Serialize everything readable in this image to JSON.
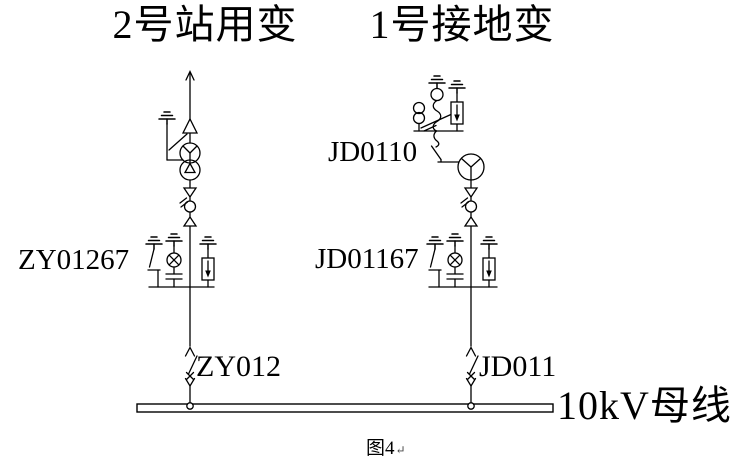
{
  "figure": {
    "titles": {
      "left": "2号站用变",
      "right": "1号接地变"
    },
    "labels": {
      "left_earthing_group": "ZY01267",
      "right_neutral_disconnector": "JD0110",
      "right_earthing_group": "JD01167",
      "left_cart_switch": "ZY012",
      "right_cart_switch": "JD011",
      "busbar": "10kV母线"
    },
    "caption": {
      "text": "图4",
      "mark": "↵"
    },
    "colors": {
      "line": "#000000",
      "background": "#ffffff",
      "text": "#000000"
    }
  }
}
